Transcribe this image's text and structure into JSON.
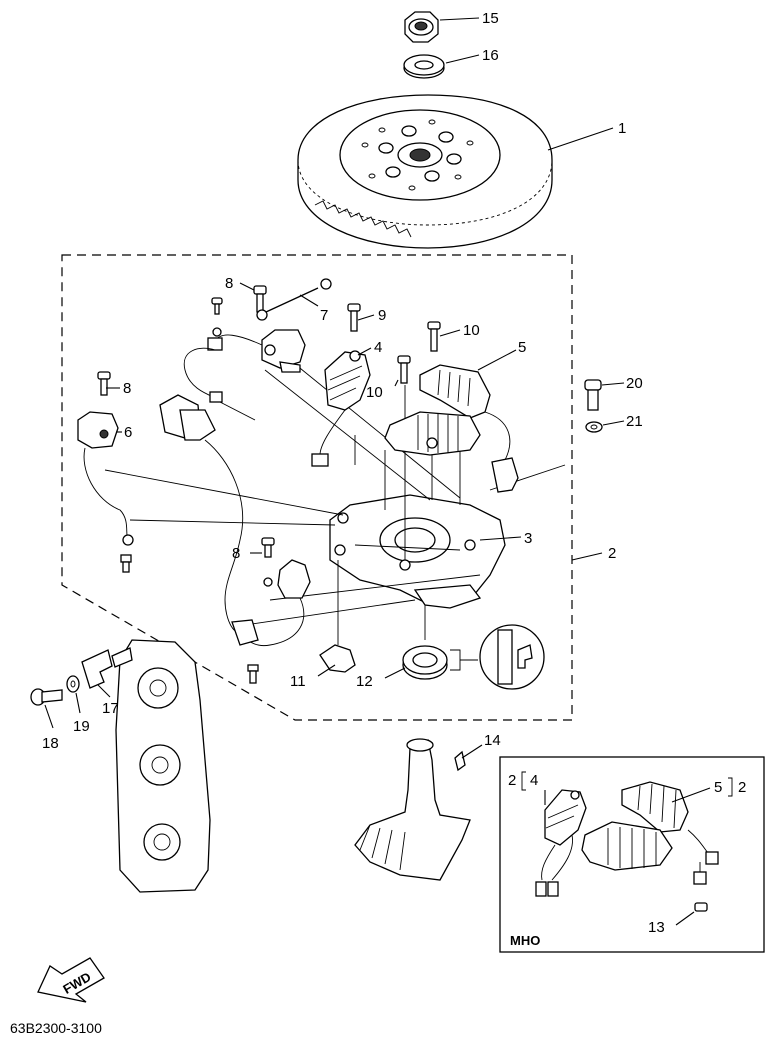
{
  "diagram_code": "63B2300-3100",
  "fwd_label": "FWD",
  "inset_label": "MHO",
  "callouts": {
    "c1": "1",
    "c2": "2",
    "c3": "3",
    "c4": "4",
    "c5": "5",
    "c6": "6",
    "c7": "7",
    "c8a": "8",
    "c8b": "8",
    "c8c": "8",
    "c9": "9",
    "c10a": "10",
    "c10b": "10",
    "c11": "11",
    "c12": "12",
    "c13": "13",
    "c14": "14",
    "c15": "15",
    "c16": "16",
    "c17": "17",
    "c18": "18",
    "c19": "19",
    "c20": "20",
    "c21": "21",
    "inset_left_a": "2",
    "inset_left_b": "4",
    "inset_right_a": "5",
    "inset_right_b": "2"
  }
}
